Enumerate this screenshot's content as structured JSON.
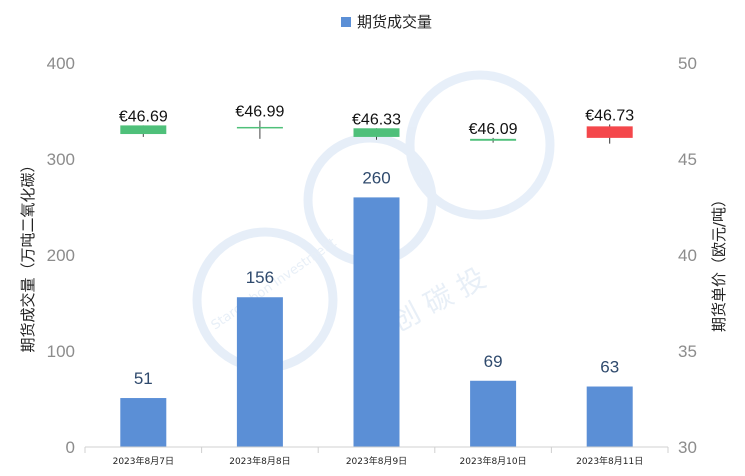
{
  "chart_data": {
    "type": "bar",
    "categories": [
      "2023年8月7日",
      "2023年8月8日",
      "2023年8月9日",
      "2023年8月10日",
      "2023年8月11日"
    ],
    "series": [
      {
        "name": "期货成交量",
        "axis": "left",
        "values": [
          51,
          156,
          260,
          69,
          63
        ],
        "color": "#5b8fd6"
      }
    ],
    "price_series": {
      "type": "candlestick",
      "axis": "right",
      "labels": [
        "€46.69",
        "€46.99",
        "€46.33",
        "€46.09",
        "€46.73"
      ],
      "candles": [
        {
          "open": 46.3,
          "close": 46.75,
          "high": 46.75,
          "low": 46.15,
          "direction": "up"
        },
        {
          "open": 46.67,
          "close": 46.67,
          "high": 47.0,
          "low": 46.05,
          "direction": "flat"
        },
        {
          "open": 46.15,
          "close": 46.6,
          "high": 46.6,
          "low": 46.0,
          "direction": "up"
        },
        {
          "open": 45.95,
          "close": 46.05,
          "high": 46.1,
          "low": 45.85,
          "direction": "up"
        },
        {
          "open": 46.7,
          "close": 46.1,
          "high": 46.8,
          "low": 45.8,
          "direction": "down"
        }
      ],
      "up_color": "#4fc07a",
      "down_color": "#f4474b"
    },
    "ylabel": "期货成交量（万吨二氧化碳）",
    "ylabel_right": "期货单价（欧元/吨）",
    "ylim": [
      0,
      400
    ],
    "yticks": [
      0,
      100,
      200,
      300,
      400
    ],
    "ylim_right": [
      30,
      50
    ],
    "yticks_right": [
      30,
      35,
      40,
      45,
      50
    ],
    "legend": "top-center",
    "grid": false
  },
  "watermark": {
    "text_cn": "创 碳 投",
    "text_en": "Starcarbon Investment"
  }
}
